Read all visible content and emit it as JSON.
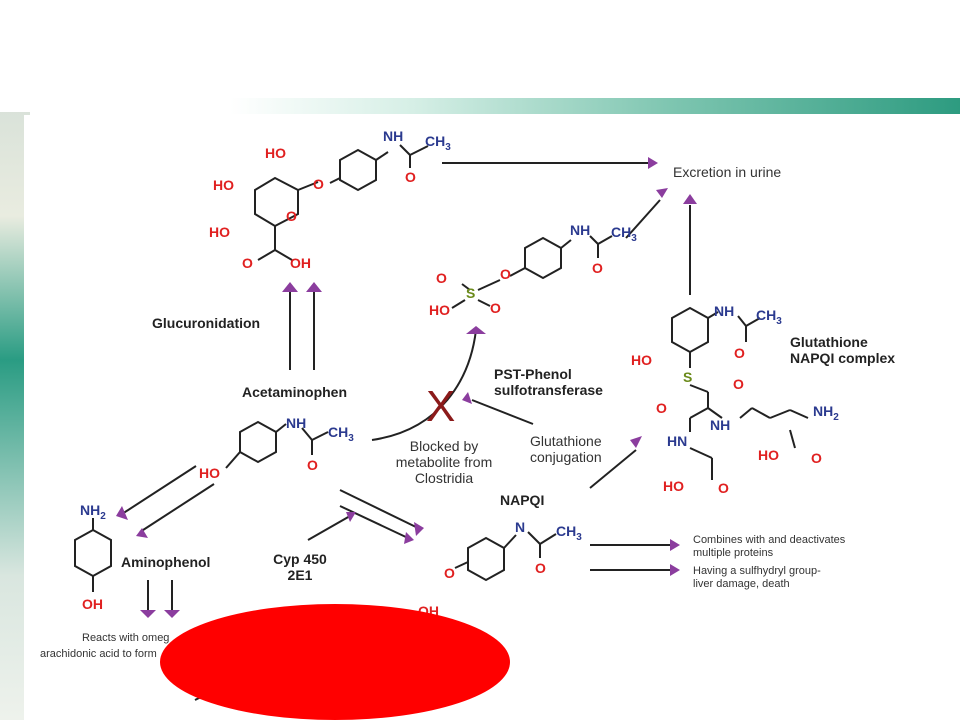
{
  "labels": {
    "excretion": "Excretion in urine",
    "glucuronidation": "Glucuronidation",
    "acetaminophen": "Acetaminophen",
    "pst_phenol": "PST-Phenol\nsulfotransferase",
    "blocked": "Blocked by\nmetabolite from\nClostridia",
    "gsh_conj": "Glutathione\nconjugation",
    "gsh_napqi": "Glutathione\nNAPQI complex",
    "napqi": "NAPQI",
    "aminophenol": "Aminophenol",
    "cyp": "Cyp 450\n2E1",
    "combines": "Combines with and deactivates\nmultiple proteins",
    "sulfhydryl": "Having a sulfhydryl group-\nliver damage, death",
    "reacts": "Reacts with omeg",
    "arachidonic": "arachidonic acid to form",
    "block_x": "X"
  },
  "atoms": {
    "HO": "HO",
    "OH": "OH",
    "O": "O",
    "NH": "NH",
    "CH3": "CH",
    "three": "3",
    "NH2": "NH",
    "two": "2",
    "S": "S",
    "HN": "HN"
  },
  "colors": {
    "arrow_purple": "#8b3d9e",
    "x_red": "#8b1a1a",
    "obscuring_oval": "#ff0000"
  }
}
